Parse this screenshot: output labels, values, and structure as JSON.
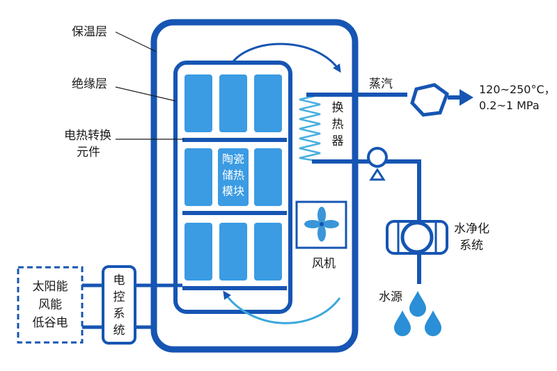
{
  "diagram": {
    "labels": {
      "insulation": "保温层",
      "insulating_layer": "绝缘层",
      "element_line1": "电热转换",
      "element_line2": "元件",
      "module_line1": "陶瓷",
      "module_line2": "储热",
      "module_line3": "模块",
      "hx_1": "换",
      "hx_2": "热",
      "hx_3": "器",
      "steam": "蒸汽",
      "output_line1": "120~250°C，",
      "output_line2": "0.2~1 MPa",
      "fan": "风机",
      "purifier_line1": "水净化",
      "purifier_line2": "系统",
      "water_source": "水源",
      "sources_line1": "太阳能",
      "sources_line2": "风能",
      "sources_line3": "低谷电",
      "control_1": "电",
      "control_2": "控",
      "control_3": "系",
      "control_4": "统"
    },
    "colors": {
      "primary": "#1655b3",
      "brick": "#3b9be3",
      "arrow": "#3aa7dc",
      "coil": "#49b0e0",
      "fan_blade": "#3a96d8",
      "drop": "#2a8fd6",
      "line": "#1a1a1a"
    }
  }
}
